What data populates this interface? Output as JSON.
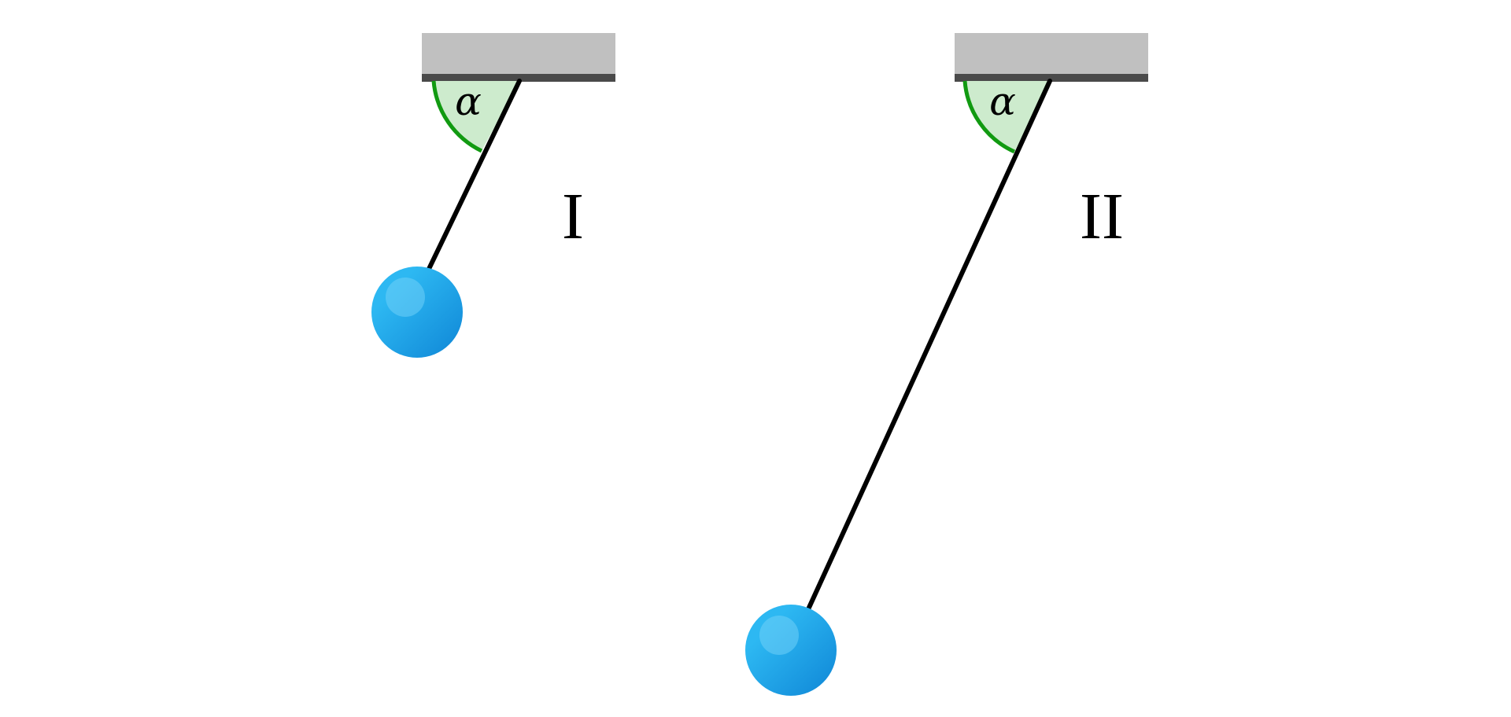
{
  "pendulums": [
    {
      "id": "I",
      "label": "I",
      "angle_symbol": "α"
    },
    {
      "id": "II",
      "label": "II",
      "angle_symbol": "α"
    }
  ],
  "colors": {
    "support_fill": "#c0c0c0",
    "support_edge": "#4a4a4a",
    "string": "#000000",
    "angle_arc": "#119a11",
    "angle_fill": "#cdebcd",
    "bob_light": "#2db8f2",
    "bob_dark": "#0f86d6",
    "bob_highlight": "#6fd0f7"
  }
}
